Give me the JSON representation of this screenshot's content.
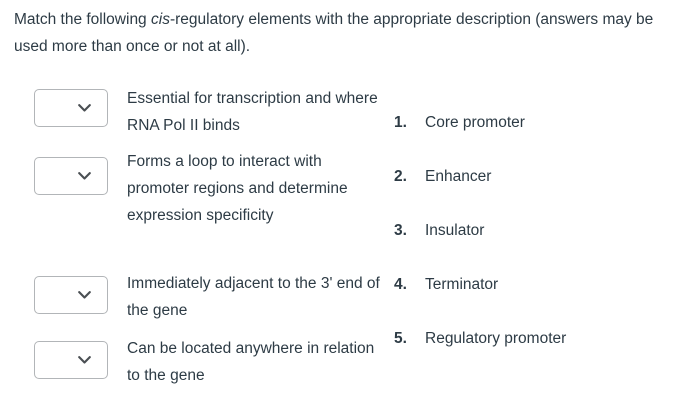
{
  "prompt": {
    "line1_before_em": "Match the following ",
    "em": "cis",
    "line1_after_em": "-regulatory elements with the appropriate description",
    "line2": "(answers may be used more than once or not at all)."
  },
  "colors": {
    "text": "#2d3b45",
    "select_border": "#b2b5b8",
    "chevron": "#4a4f53",
    "background": "#ffffff"
  },
  "match_rows": [
    {
      "select": {
        "value": "",
        "placeholder": "",
        "icon": "chevron-down-icon"
      },
      "description": "Essential for transcription and where RNA Pol II binds"
    },
    {
      "select": {
        "value": "",
        "placeholder": "",
        "icon": "chevron-down-icon"
      },
      "description": "Forms a loop to interact with promoter regions and determine expression specificity"
    },
    {
      "select": {
        "value": "",
        "placeholder": "",
        "icon": "chevron-down-icon"
      },
      "description": "Immediately adjacent to the 3' end of the gene"
    },
    {
      "select": {
        "value": "",
        "placeholder": "",
        "icon": "chevron-down-icon"
      },
      "description": "Can be located anywhere in relation to the gene"
    }
  ],
  "answer_bank": [
    {
      "number": "1.",
      "label": "Core promoter"
    },
    {
      "number": "2.",
      "label": "Enhancer"
    },
    {
      "number": "3.",
      "label": "Insulator"
    },
    {
      "number": "4.",
      "label": "Terminator"
    },
    {
      "number": "5.",
      "label": "Regulatory promoter"
    }
  ]
}
